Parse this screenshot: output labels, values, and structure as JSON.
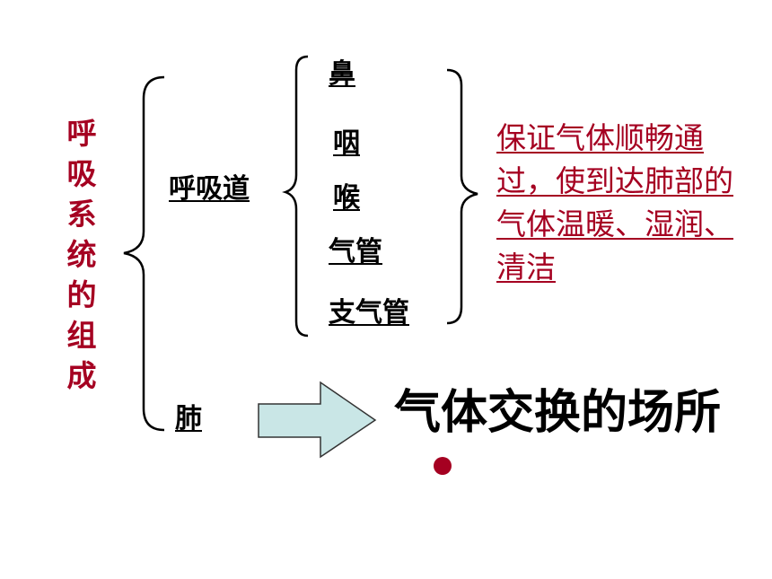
{
  "title": {
    "chars": [
      "呼",
      "吸",
      "系",
      "统",
      "的",
      "组",
      "成"
    ]
  },
  "airway": {
    "label": "呼吸道",
    "items": [
      "鼻",
      "咽",
      "喉",
      "气管",
      "支气管"
    ],
    "function_note": "保证气体顺畅通过，使到达肺部的气体温暖、湿润、清洁"
  },
  "lung": {
    "label": "肺",
    "function": "气体交换的场所"
  },
  "colors": {
    "accent_red": "#a50021",
    "arrow_fill": "#c9e6e6",
    "text": "#000000"
  },
  "icons": [
    "right-arrow-icon",
    "bullet-dot-icon",
    "left-brace-icon",
    "right-brace-icon"
  ]
}
